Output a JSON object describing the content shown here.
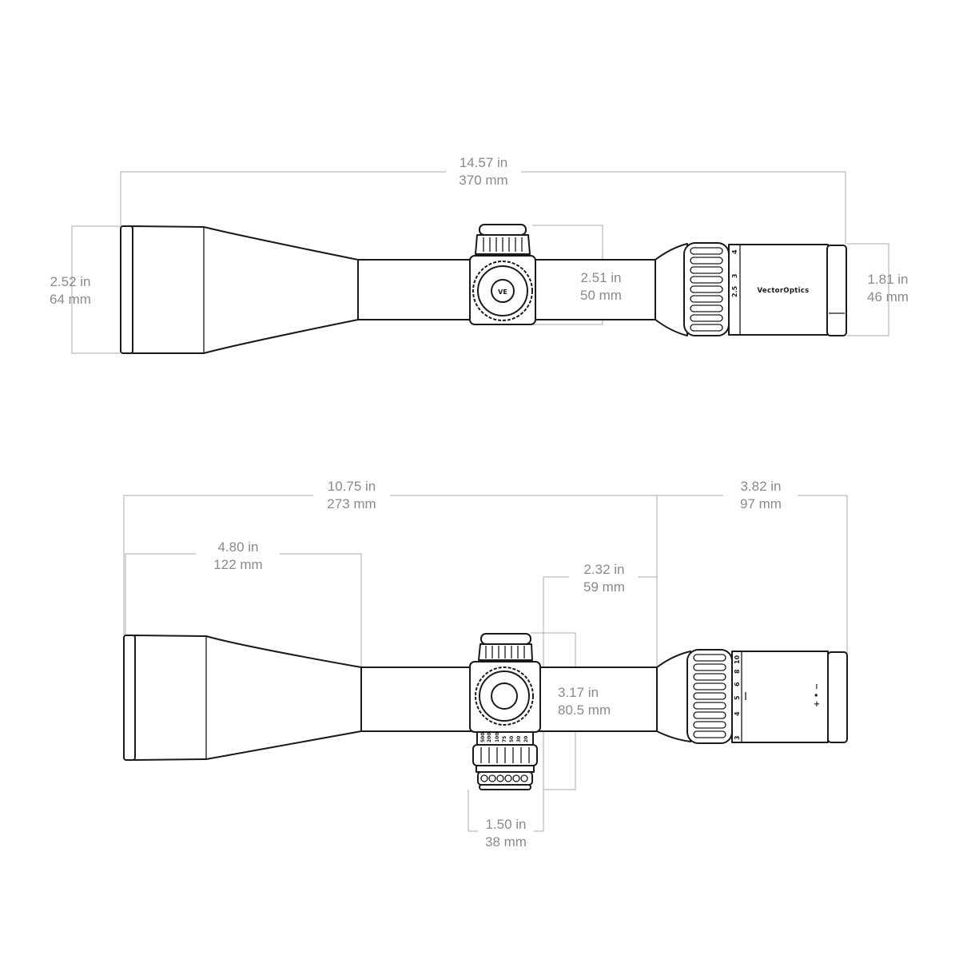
{
  "top_view": {
    "overall_length": {
      "inches": "14.57 in",
      "mm": "370 mm"
    },
    "objective_diameter": {
      "inches": "2.52 in",
      "mm": "64 mm"
    },
    "turret_height": {
      "inches": "2.51 in",
      "mm": "50 mm"
    },
    "eyepiece_diameter": {
      "inches": "1.81 in",
      "mm": "46 mm"
    },
    "magnification_marks": [
      "2.5",
      "3",
      "4"
    ],
    "brand_text": "VectorOptics",
    "logo_text": "VE"
  },
  "side_view": {
    "objective_to_eyepiece_length": {
      "inches": "10.75 in",
      "mm": "273 mm"
    },
    "eyepiece_length": {
      "inches": "3.82 in",
      "mm": "97 mm"
    },
    "objective_bell_length": {
      "inches": "4.80 in",
      "mm": "122 mm"
    },
    "turret_to_power_ring": {
      "inches": "2.32 in",
      "mm": "59 mm"
    },
    "turret_span": {
      "inches": "3.17 in",
      "mm": "80.5 mm"
    },
    "turret_width": {
      "inches": "1.50 in",
      "mm": "38 mm"
    },
    "magnification_marks": [
      "3",
      "4",
      "5",
      "6",
      "8",
      "10"
    ],
    "diopter_marks": "+ • −",
    "parallax_marks": [
      "20",
      "30",
      "50",
      "75",
      "100",
      "200",
      "500"
    ]
  }
}
